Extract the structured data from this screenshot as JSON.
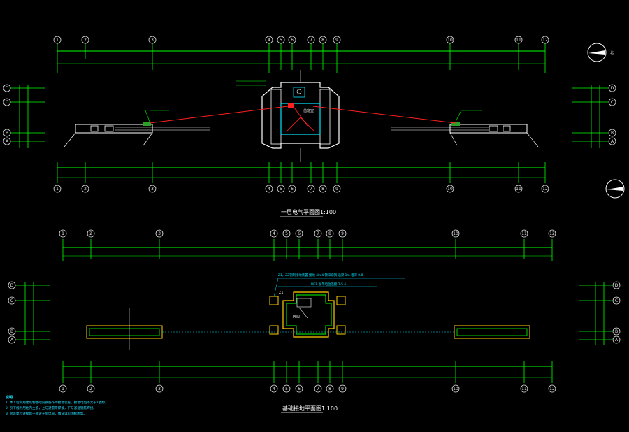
{
  "titles": {
    "plan1": "一层电气平面图1:100",
    "plan2": "基础接地平面图1:100"
  },
  "axes_top_labels": [
    "1",
    "2",
    "3",
    "4",
    "5",
    "6",
    "7",
    "8",
    "9",
    "10",
    "11",
    "12"
  ],
  "axes_bottom_labels": [
    "1",
    "2",
    "3",
    "4",
    "5",
    "6",
    "7",
    "8",
    "9",
    "10",
    "11",
    "12"
  ],
  "axes_side_labels": [
    "D",
    "C",
    "B",
    "A"
  ],
  "annotations": {
    "plan1_room": "值班室",
    "plan2_legend_1": "Z1，ZZ钢制接地装置 接地 40x4 镀锌扁钢 沿梁 1m 埋深 0.8",
    "plan2_legend_2": "MEB 总等电位连接 2-5.4",
    "plan2_pen": "PEN",
    "plan2_z1": "Z1"
  },
  "notes": {
    "heading": "说明",
    "lines": [
      "1. 本工程利用建筑物基础内钢筋作为接地装置，接地电阻不大于1欧姆。",
      "2. 引下线利用柱内主筋，上与避雷带焊接，下与基础钢筋焊接。",
      "3. 总等电位连接端子箱设于配电间，做法详见国标图集。"
    ]
  },
  "colors": {
    "background": "#000000",
    "grid": "#00ff00",
    "wall": "#ffffff",
    "red_line": "#ff2020",
    "cyan": "#00e5ff",
    "yellow": "#ffd000",
    "dark_green": "#2aa02a"
  }
}
